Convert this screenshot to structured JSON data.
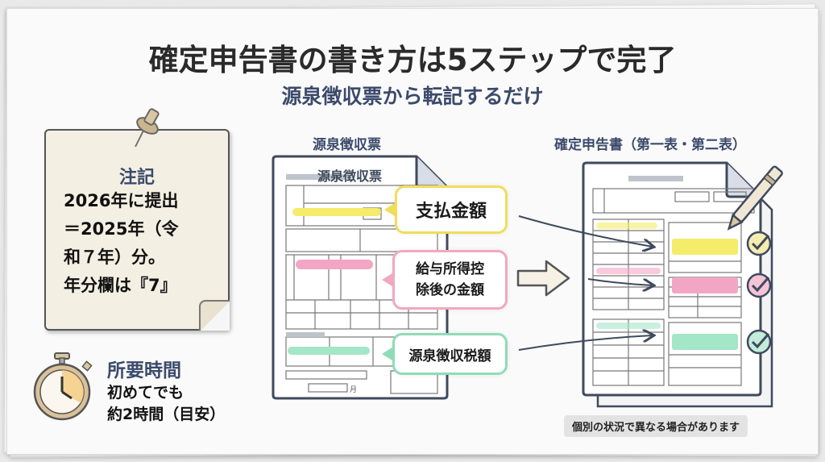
{
  "header": {
    "title": "確定申告書の書き方は5ステップで完了",
    "subtitle": "源泉徴収票から転記するだけ"
  },
  "note": {
    "title": "注記",
    "body": "2026年に提出\n＝2025年（令\n和７年）分。\n年分欄は『7』"
  },
  "time": {
    "title": "所要時間",
    "body": "初めてでも\n約2時間（目安）"
  },
  "left_doc": {
    "label": "源泉徴収票",
    "inner_title": "源泉徴収票",
    "month_mark": "月"
  },
  "right_doc": {
    "label": "確定申告書（第一表・第二表）"
  },
  "callouts": [
    {
      "text": "支払金額",
      "color": "#f1dd5a"
    },
    {
      "text": "給与所得控\n除後の金額",
      "color": "#f0a9bf"
    },
    {
      "text": "源泉徴収税額",
      "color": "#8fdcb8"
    }
  ],
  "footnote": "個別の状況で異なる場合があります",
  "colors": {
    "accent": "#3b4a6b",
    "yellow": "#f4ec6a",
    "pink": "#f3a6c4",
    "green": "#a4e6c8"
  }
}
